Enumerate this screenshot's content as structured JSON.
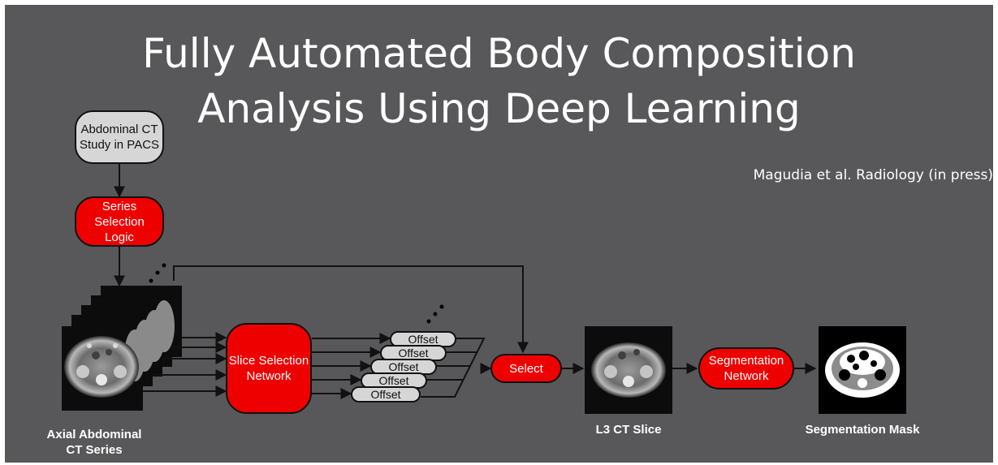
{
  "title": {
    "line1": "Fully Automated Body Composition",
    "line2": "Analysis Using Deep Learning"
  },
  "citation": "Magudia et al. Radiology (in press)",
  "nodes": {
    "pacs": "Abdominal CT\nStudy in PACS",
    "series_logic": "Series\nSelection\nLogic",
    "slice_network": "Slice Selection\nNetwork",
    "offset": "Offset",
    "select": "Select",
    "seg_network": "Segmentation\nNetwork"
  },
  "labels": {
    "axial": "Axial Abdominal\nCT Series",
    "l3": "L3 CT Slice",
    "mask": "Segmentation Mask"
  },
  "colors": {
    "background": "#58585a",
    "red": "#ee0000",
    "gray": "#d6d6d6"
  }
}
